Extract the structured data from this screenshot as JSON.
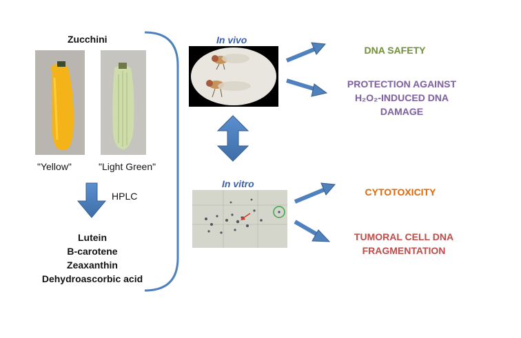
{
  "source": {
    "title": "Zucchini",
    "varieties": [
      {
        "label": "\"Yellow\"",
        "color": "#f2b21a"
      },
      {
        "label": "\"Light Green\"",
        "color": "#c9d8a6"
      }
    ],
    "method": "HPLC",
    "compounds": [
      "Lutein",
      "B-carotene",
      "Zeaxanthin",
      "Dehydroascorbic acid"
    ]
  },
  "in_vivo": {
    "label": "In vivo",
    "label_color": "#3b5fa8",
    "outcomes": [
      {
        "text": "DNA SAFETY",
        "color": "#76933c"
      },
      {
        "text": "PROTECTION AGAINST H2O2-INDUCED DNA DAMAGE",
        "lines": [
          "PROTECTION AGAINST",
          "H₂O₂-INDUCED DNA",
          "DAMAGE"
        ],
        "color": "#8064a2"
      }
    ]
  },
  "in_vitro": {
    "label": "In vitro",
    "label_color": "#3b5fa8",
    "outcomes": [
      {
        "text": "CYTOTOXICITY",
        "color": "#e36c09"
      },
      {
        "text": "TUMORAL CELL DNA FRAGMENTATION",
        "lines": [
          "TUMORAL CELL DNA",
          "FRAGMENTATION"
        ],
        "color": "#c0504d"
      }
    ]
  },
  "colors": {
    "arrow": "#4f81bd",
    "arrow_stroke": "#385d8a",
    "bracket": "#4f81bd"
  }
}
